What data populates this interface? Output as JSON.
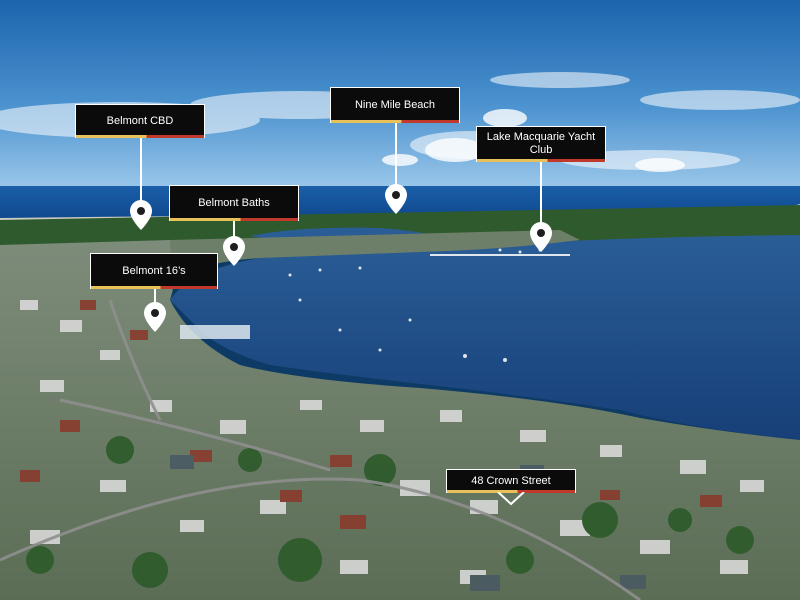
{
  "photo": {
    "subject": "aerial-view-lake-macquarie",
    "colors": {
      "sky_top": "#1f6fb8",
      "sky_horizon": "#7fb6e0",
      "ocean": "#0f4f9a",
      "lake": "#1e4f8c",
      "land": "#3f6b3a",
      "label_bg": "#0b0b0b",
      "label_text": "#ffffff",
      "accent_gold": "#e8c15a",
      "accent_red": "#c0392b"
    }
  },
  "markers": [
    {
      "label": "Belmont CBD",
      "icon": "map-pin-icon"
    },
    {
      "label": "Nine Mile Beach",
      "icon": "map-pin-icon"
    },
    {
      "label": "Lake Macquarie Yacht Club",
      "icon": "map-pin-icon"
    },
    {
      "label": "Belmont Baths",
      "icon": "map-pin-icon"
    },
    {
      "label": "Belmont 16’s",
      "icon": "map-pin-icon"
    }
  ],
  "property": {
    "label": "48 Crown Street"
  }
}
